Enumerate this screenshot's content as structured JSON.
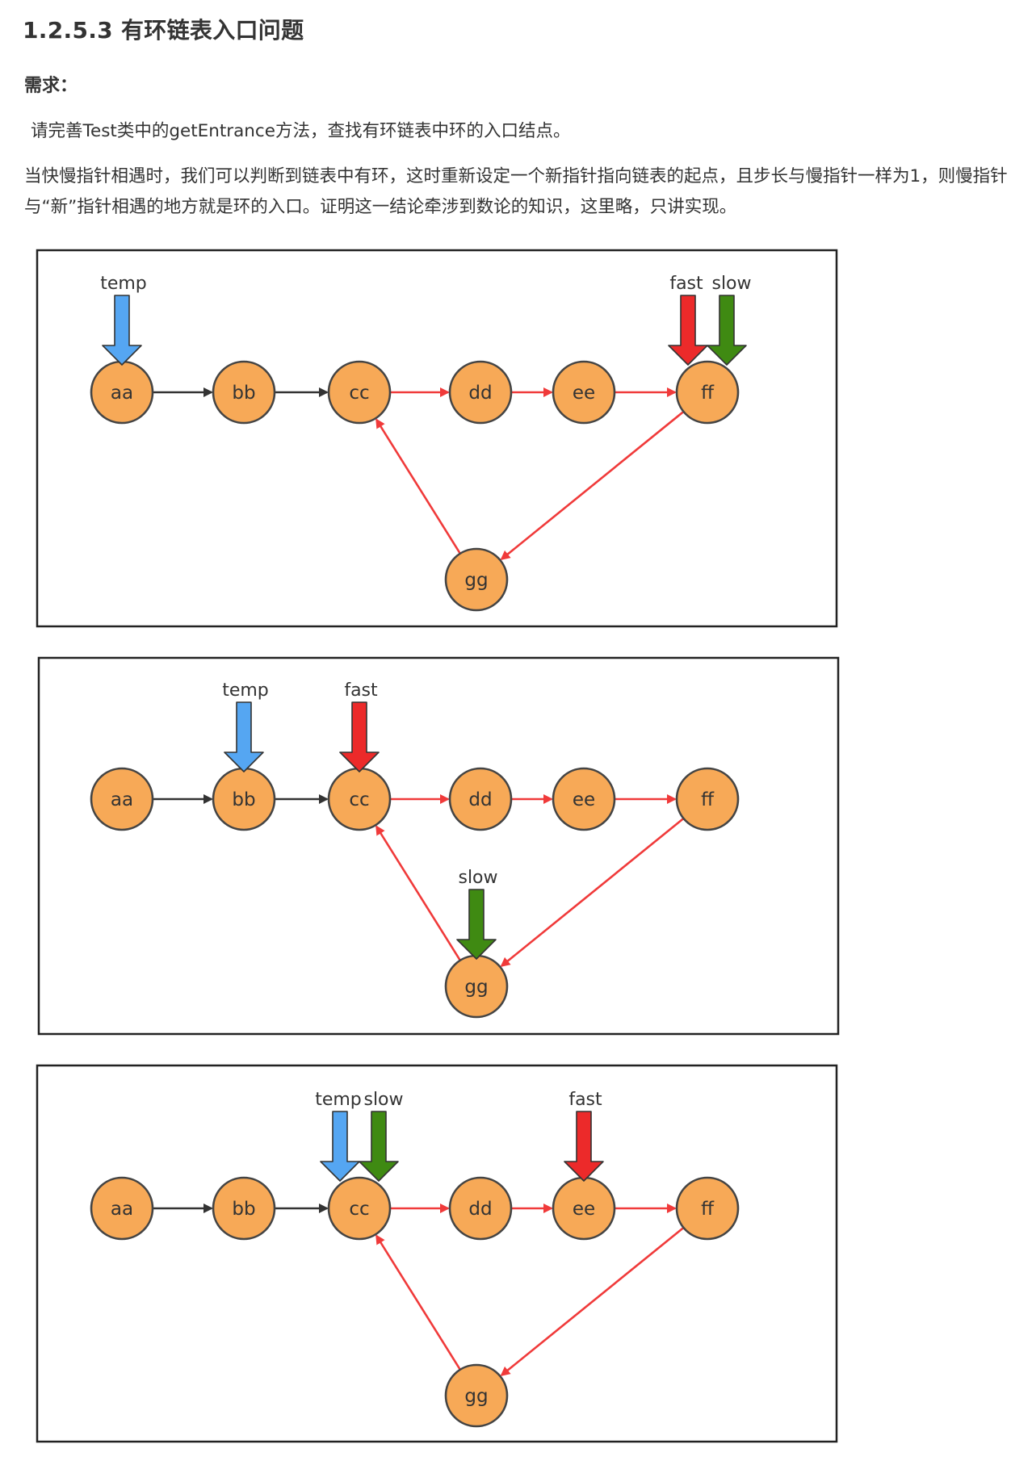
{
  "section": {
    "title": "1.2.5.3 有环链表入口问题",
    "requirement_label": "需求：",
    "paragraph1": "请完善Test类中的getEntrance方法，查找有环链表中环的入口结点。",
    "paragraph2": "当快慢指针相遇时，我们可以判断到链表中有环，这时重新设定一个新指针指向链表的起点，且步长与慢指针一样为1，则慢指针与“新”指针相遇的地方就是环的入口。证明这一结论牵涉到数论的知识，这里略，只讲实现。"
  },
  "colors": {
    "node_fill": "#f7a957",
    "node_stroke": "#444444",
    "black_edge": "#333333",
    "red_edge": "#f03a3a",
    "temp": "#55a6f2",
    "fast": "#ec2a2a",
    "slow": "#3f8a12"
  },
  "nodes": [
    "aa",
    "bb",
    "cc",
    "dd",
    "ee",
    "ff",
    "gg"
  ],
  "edges": [
    {
      "from": "aa",
      "to": "bb",
      "type": "black"
    },
    {
      "from": "bb",
      "to": "cc",
      "type": "black"
    },
    {
      "from": "cc",
      "to": "dd",
      "type": "red"
    },
    {
      "from": "dd",
      "to": "ee",
      "type": "red"
    },
    {
      "from": "ee",
      "to": "ff",
      "type": "red"
    },
    {
      "from": "ff",
      "to": "gg",
      "type": "red"
    },
    {
      "from": "gg",
      "to": "cc",
      "type": "red"
    }
  ],
  "diagrams": [
    {
      "pointers": [
        {
          "name": "temp",
          "target": "aa"
        },
        {
          "name": "fast",
          "target": "ff"
        },
        {
          "name": "slow",
          "target": "ff"
        }
      ]
    },
    {
      "pointers": [
        {
          "name": "temp",
          "target": "bb"
        },
        {
          "name": "fast",
          "target": "cc"
        },
        {
          "name": "slow",
          "target": "gg"
        }
      ]
    },
    {
      "pointers": [
        {
          "name": "temp",
          "target": "cc"
        },
        {
          "name": "slow",
          "target": "cc"
        },
        {
          "name": "fast",
          "target": "ee"
        }
      ]
    }
  ]
}
